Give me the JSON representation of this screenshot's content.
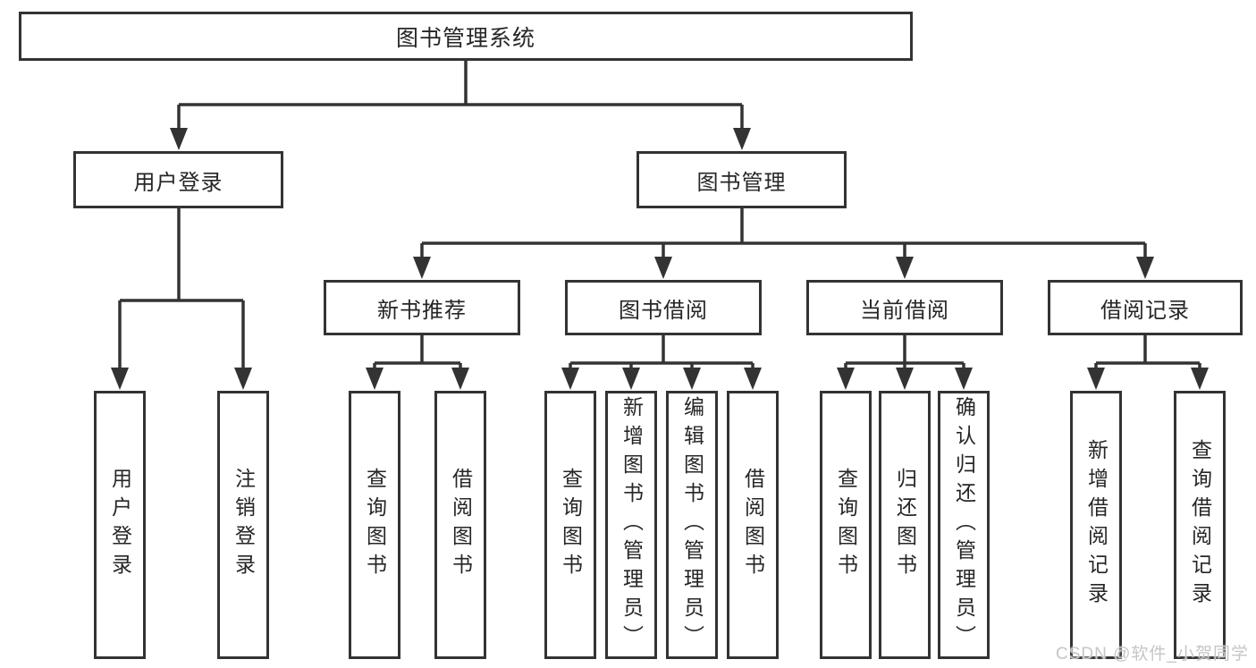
{
  "tree": {
    "root": {
      "label": "图书管理系统",
      "children": [
        {
          "label": "用户登录",
          "children": [
            {
              "label": "用户登录"
            },
            {
              "label": "注销登录"
            }
          ]
        },
        {
          "label": "图书管理",
          "children": [
            {
              "label": "新书推荐",
              "children": [
                {
                  "label": "查询图书"
                },
                {
                  "label": "借阅图书"
                }
              ]
            },
            {
              "label": "图书借阅",
              "children": [
                {
                  "label": "查询图书"
                },
                {
                  "label": "新增图书（管理员）"
                },
                {
                  "label": "编辑图书（管理员）"
                },
                {
                  "label": "借阅图书"
                }
              ]
            },
            {
              "label": "当前借阅",
              "children": [
                {
                  "label": "查询图书"
                },
                {
                  "label": "归还图书"
                },
                {
                  "label": "确认归还（管理员）"
                }
              ]
            },
            {
              "label": "借阅记录",
              "children": [
                {
                  "label": "新增借阅记录"
                },
                {
                  "label": "查询借阅记录"
                }
              ]
            }
          ]
        }
      ]
    }
  },
  "watermark": {
    "text": "CSDN @软件_小贺同学"
  },
  "colors": {
    "line": "#333333",
    "box_border": "#333333",
    "text": "#262626",
    "watermark": "#c6c6c6",
    "background": "#ffffff"
  }
}
